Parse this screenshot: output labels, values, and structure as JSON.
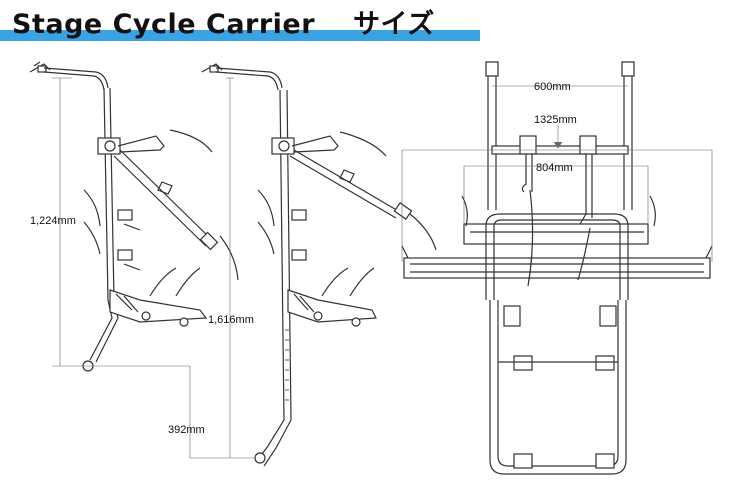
{
  "title": "Stage Cycle Carrier",
  "title_jp": "サイズ",
  "dimensions": {
    "h1224": "1,224mm",
    "h1616": "1,616mm",
    "d392": "392mm",
    "w600": "600mm",
    "w1325": "1325mm",
    "w804": "804mm"
  },
  "colors": {
    "accent_bar": "#3aa3e3",
    "line": "#333333"
  }
}
